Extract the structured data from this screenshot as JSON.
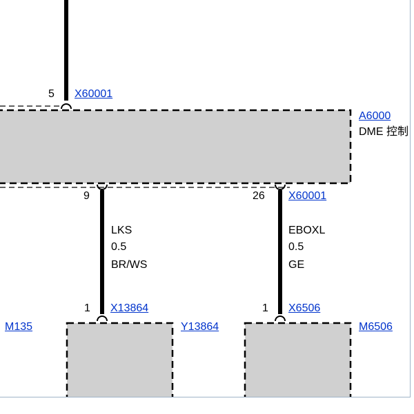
{
  "colors": {
    "link": "#0033cc",
    "module_fill": "#d0d0d0",
    "wire": "#000000",
    "frame": "#9fb3c8"
  },
  "top_wire": {
    "pin": "5",
    "connector": "X60001"
  },
  "module": {
    "id": "A6000",
    "name_fragment": "DME 控制"
  },
  "branches": [
    {
      "upper_pin": "9",
      "signal": "LKS",
      "size": "0.5",
      "color_code": "BR/WS",
      "lower_pin": "1",
      "lower_connector": "X13864",
      "component_left": "M135",
      "component_right": "Y13864"
    },
    {
      "upper_pin": "26",
      "upper_connector": "X60001",
      "signal": "EBOXL",
      "size": "0.5",
      "color_code": "GE",
      "lower_pin": "1",
      "lower_connector": "X6506",
      "component_right": "M6506"
    }
  ]
}
